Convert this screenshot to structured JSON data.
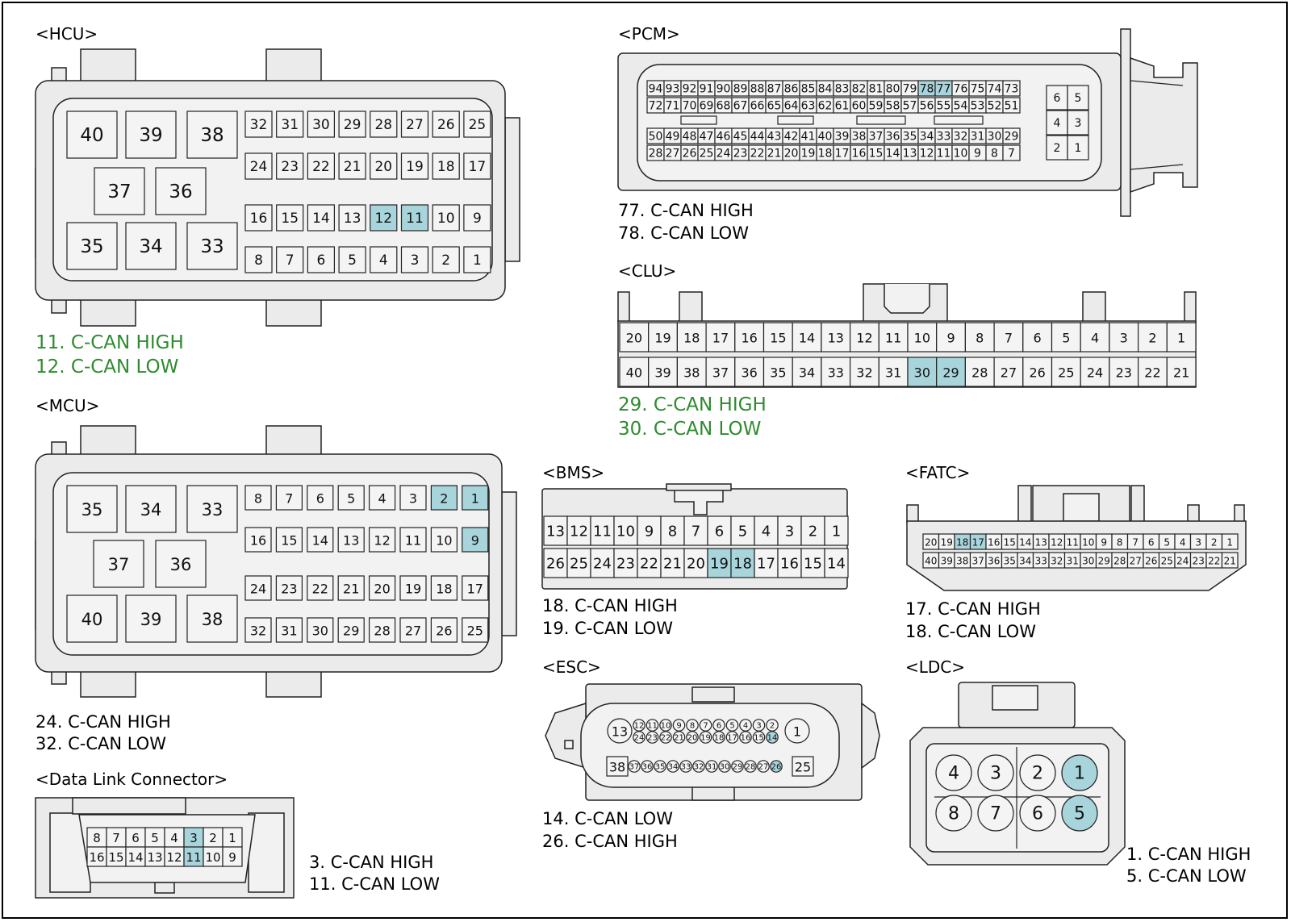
{
  "hcu": {
    "title": "<HCU>",
    "highlight": [
      11,
      12
    ],
    "notes": [
      "11. C-CAN HIGH",
      "12. C-CAN LOW"
    ]
  },
  "mcu": {
    "title": "<MCU>",
    "highlight": [
      1,
      2,
      9
    ],
    "notes": [
      "24. C-CAN HIGH",
      "32. C-CAN LOW"
    ]
  },
  "dlc": {
    "title": "<Data Link Connector>",
    "highlight": [
      3,
      11
    ],
    "notes": [
      "3. C-CAN HIGH",
      "11. C-CAN LOW"
    ]
  },
  "pcm": {
    "title": "<PCM>",
    "highlight": [
      77,
      78
    ],
    "notes": [
      "77. C-CAN HIGH",
      "78. C-CAN LOW"
    ]
  },
  "clu": {
    "title": "<CLU>",
    "highlight": [
      29,
      30
    ],
    "notes": [
      "29. C-CAN HIGH",
      "30. C-CAN LOW"
    ]
  },
  "bms": {
    "title": "<BMS>",
    "highlight": [
      18,
      19
    ],
    "notes": [
      "18. C-CAN HIGH",
      "19. C-CAN LOW"
    ]
  },
  "fatc": {
    "title": "<FATC>",
    "highlight": [
      17,
      18
    ],
    "notes": [
      "17. C-CAN HIGH",
      "18. C-CAN LOW"
    ]
  },
  "esc": {
    "title": "<ESC>",
    "highlight": [
      14,
      26
    ],
    "notes": [
      "14. C-CAN LOW",
      "26. C-CAN HIGH"
    ]
  },
  "ldc": {
    "title": "<LDC>",
    "highlight": [
      1,
      5
    ],
    "notes": [
      "1. C-CAN HIGH",
      "5. C-CAN LOW"
    ]
  },
  "colors": {
    "highlight": "#a8d4dc",
    "pin": "#f4f4f4",
    "body": "#ebebeb",
    "outline": "#222222",
    "green_note": "#2e8b2e"
  }
}
